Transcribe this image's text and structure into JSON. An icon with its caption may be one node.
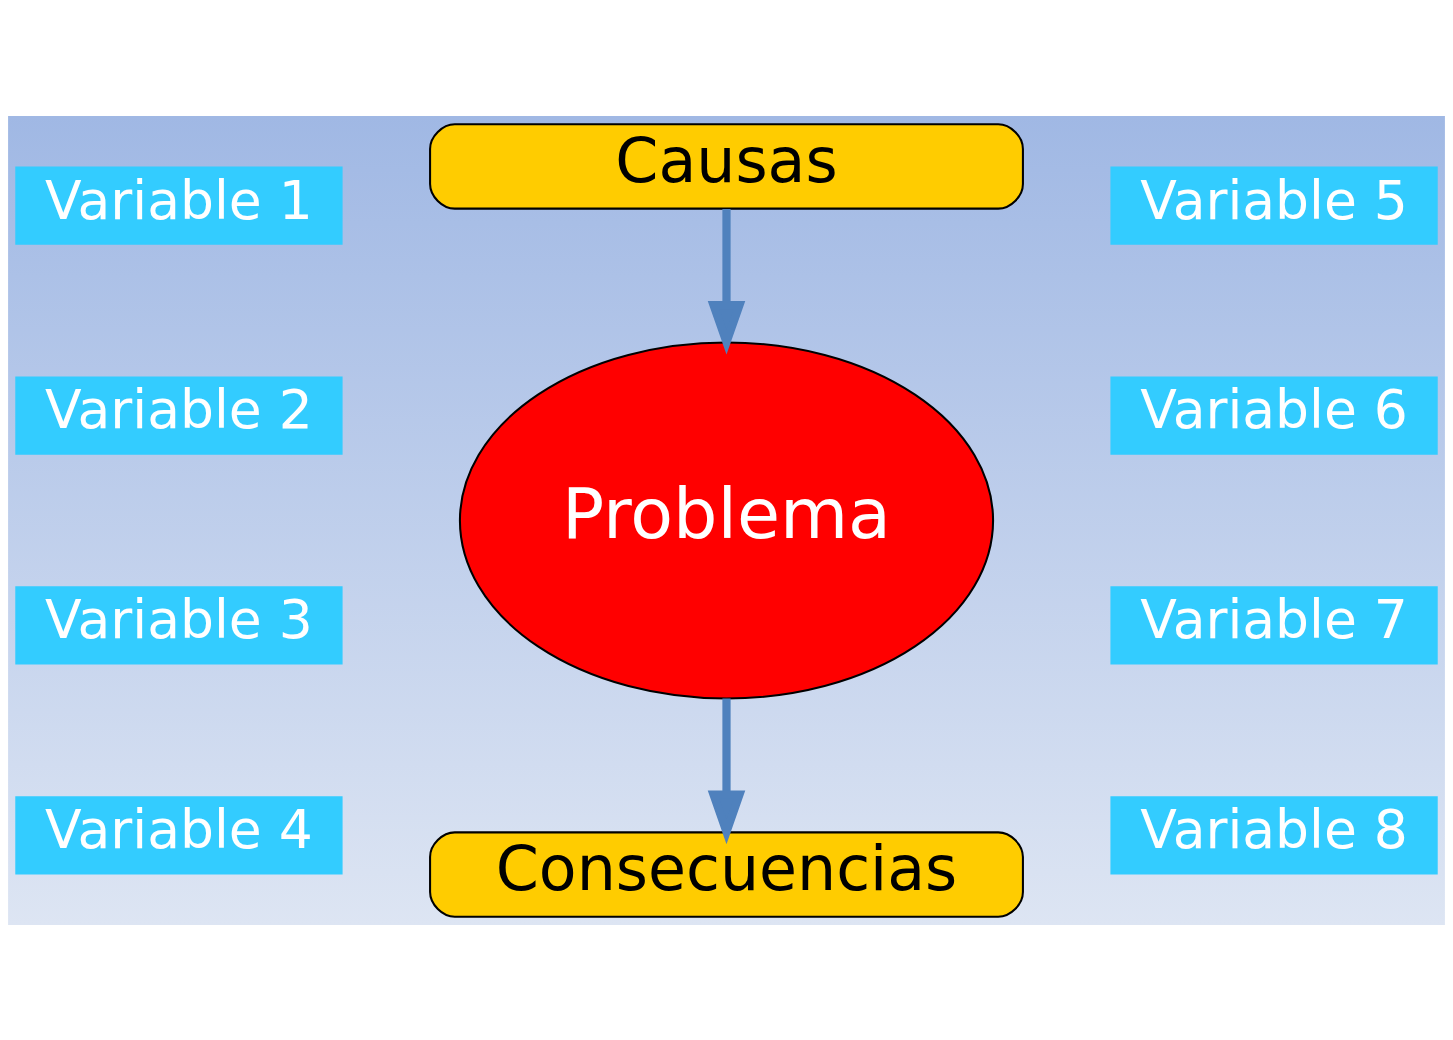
{
  "diagram": {
    "nodes": [
      {
        "text": [
          "Causas"
        ]
      },
      {
        "text": [
          "Problema"
        ]
      },
      {
        "text": [
          "Consecuencias"
        ]
      },
      {
        "text": [
          "Variable 1"
        ]
      },
      {
        "text": [
          "Variable 2"
        ]
      },
      {
        "text": [
          "Variable 3"
        ]
      },
      {
        "text": [
          "Variable 4"
        ]
      },
      {
        "text": [
          "Variable 5"
        ]
      },
      {
        "text": [
          "Variable 6"
        ]
      },
      {
        "text": [
          "Variable 7"
        ]
      },
      {
        "text": [
          "Variable 8"
        ]
      }
    ],
    "edges": [
      {
        "from": 0,
        "to": 1,
        "arrow": "to"
      },
      {
        "from": 1,
        "to": 2,
        "arrow": "to"
      }
    ]
  }
}
